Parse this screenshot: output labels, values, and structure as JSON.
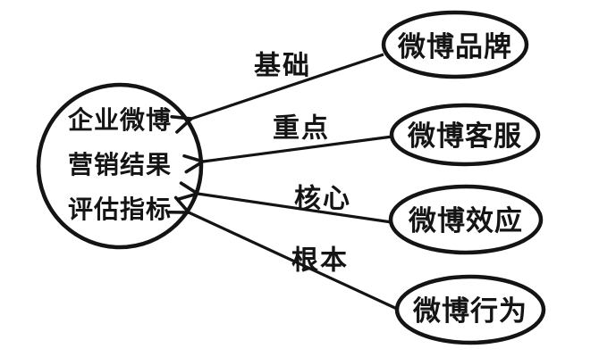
{
  "figure": {
    "background": "#ffffff",
    "ink": "#141414"
  },
  "center_node": {
    "lines": [
      "企业微博",
      "营销结果",
      "评估指标"
    ]
  },
  "satellite_nodes": [
    {
      "id": "weibo-brand",
      "label": "微博品牌"
    },
    {
      "id": "weibo-customer-service",
      "label": "微博客服"
    },
    {
      "id": "weibo-effect",
      "label": "微博效应"
    },
    {
      "id": "weibo-behavior",
      "label": "微博行为"
    }
  ],
  "edges": [
    {
      "label": "基础",
      "from": "weibo-brand",
      "to": "center"
    },
    {
      "label": "重点",
      "from": "weibo-customer-service",
      "to": "center"
    },
    {
      "label": "核心",
      "from": "weibo-effect",
      "to": "center"
    },
    {
      "label": "根本",
      "from": "weibo-behavior",
      "to": "center"
    }
  ]
}
